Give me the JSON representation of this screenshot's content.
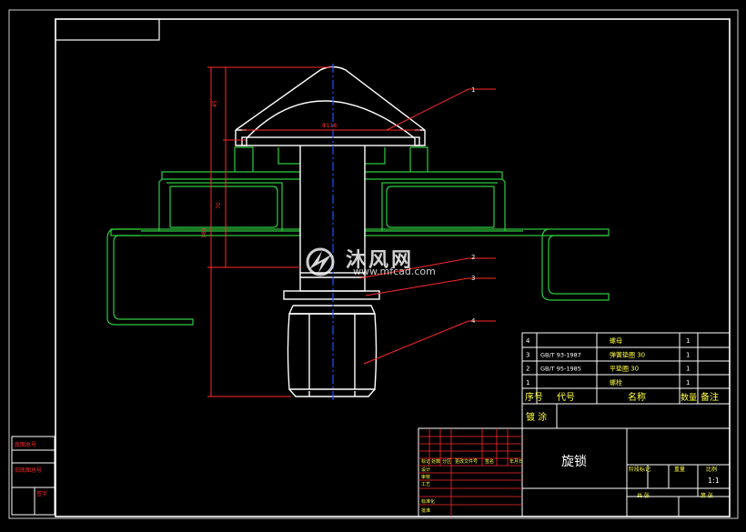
{
  "watermark": {
    "title": "沐风网",
    "url": "www.mfcad.com"
  },
  "dimensions": {
    "top_height": "45",
    "mid_height": "70",
    "overall_height": "180",
    "diameter": "Φ118"
  },
  "balloons": [
    "1",
    "2",
    "3",
    "4"
  ],
  "bom": {
    "rows": [
      {
        "no": "4",
        "code": "",
        "name": "螺母",
        "qty": "1",
        "note": ""
      },
      {
        "no": "3",
        "code": "GB/T 93-1987",
        "name": "弹簧垫圈 30",
        "qty": "1",
        "note": ""
      },
      {
        "no": "2",
        "code": "GB/T 95-1985",
        "name": "平垫圈 30",
        "qty": "1",
        "note": ""
      },
      {
        "no": "1",
        "code": "",
        "name": "螺栓",
        "qty": "1",
        "note": ""
      }
    ],
    "header": {
      "no": "序号",
      "code": "代号",
      "name": "名称",
      "qty": "数量",
      "note": "备注"
    }
  },
  "title_block": {
    "surface": "镀 涂",
    "drawing_name": "旋锁",
    "scale_value": "1:1",
    "row_labels": {
      "marking": "标记",
      "count": "处数",
      "zone": "分区",
      "change_doc": "更改文件号",
      "sign": "签名",
      "date": "年月日",
      "design": "设计",
      "review": "审核",
      "process": "工艺",
      "standardize": "标准化",
      "approve": "批准"
    },
    "right_labels": {
      "stage_mark": "阶段标记",
      "weight": "重量",
      "scale": "比例",
      "sheet_total": "共 张",
      "sheet": "第 张"
    }
  },
  "left_stamps": [
    "底图总号",
    "旧底图总号",
    "签字"
  ]
}
